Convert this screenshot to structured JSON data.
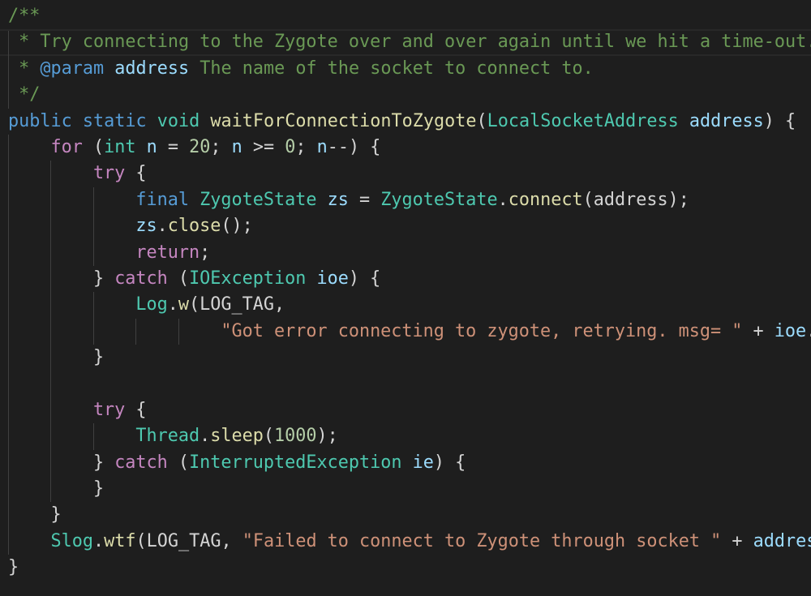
{
  "editor": {
    "theme_colors": {
      "background": "#1e1e1e",
      "comment": "#6a9955",
      "keyword": "#569cd6",
      "type": "#4ec9b0",
      "function": "#dcdcaa",
      "variable": "#9cdcfe",
      "string": "#ce9178",
      "number": "#b5cea8",
      "control": "#c586c0",
      "plain": "#d4d4d4"
    },
    "current_line": 1,
    "lines": [
      {
        "guides": [],
        "tokens": [
          [
            "cm",
            "/**"
          ]
        ]
      },
      {
        "guides": [
          1
        ],
        "tokens": [
          [
            "cm",
            " * Try connecting to the Zygote over and over again until we hit a time-out."
          ]
        ]
      },
      {
        "guides": [
          1
        ],
        "tokens": [
          [
            "cm",
            " * "
          ],
          [
            "kw",
            "@param"
          ],
          [
            "pl",
            " "
          ],
          [
            "va",
            "address"
          ],
          [
            "cm",
            " The name of the socket to connect to."
          ]
        ]
      },
      {
        "guides": [
          1
        ],
        "tokens": [
          [
            "cm",
            " */"
          ]
        ]
      },
      {
        "guides": [],
        "tokens": [
          [
            "kw",
            "public"
          ],
          [
            "pl",
            " "
          ],
          [
            "kw",
            "static"
          ],
          [
            "pl",
            " "
          ],
          [
            "ty",
            "void"
          ],
          [
            "pl",
            " "
          ],
          [
            "fn",
            "waitForConnectionToZygote"
          ],
          [
            "pl",
            "("
          ],
          [
            "ty",
            "LocalSocketAddress"
          ],
          [
            "pl",
            " "
          ],
          [
            "va",
            "address"
          ],
          [
            "pl",
            ") {"
          ]
        ]
      },
      {
        "guides": [
          4
        ],
        "tokens": [
          [
            "ct",
            "for"
          ],
          [
            "pl",
            " ("
          ],
          [
            "ty",
            "int"
          ],
          [
            "pl",
            " "
          ],
          [
            "va",
            "n"
          ],
          [
            "pl",
            " = "
          ],
          [
            "nu",
            "20"
          ],
          [
            "pl",
            "; "
          ],
          [
            "va",
            "n"
          ],
          [
            "pl",
            " >= "
          ],
          [
            "nu",
            "0"
          ],
          [
            "pl",
            "; "
          ],
          [
            "va",
            "n"
          ],
          [
            "pl",
            "--) {"
          ]
        ]
      },
      {
        "guides": [
          4,
          4
        ],
        "tokens": [
          [
            "ct",
            "try"
          ],
          [
            "pl",
            " {"
          ]
        ]
      },
      {
        "guides": [
          4,
          4,
          4
        ],
        "tokens": [
          [
            "kw",
            "final"
          ],
          [
            "pl",
            " "
          ],
          [
            "ty",
            "ZygoteState"
          ],
          [
            "pl",
            " "
          ],
          [
            "va",
            "zs"
          ],
          [
            "pl",
            " = "
          ],
          [
            "ty",
            "ZygoteState"
          ],
          [
            "pl",
            "."
          ],
          [
            "fn",
            "connect"
          ],
          [
            "pl",
            "(address);"
          ]
        ]
      },
      {
        "guides": [
          4,
          4,
          4
        ],
        "tokens": [
          [
            "va",
            "zs"
          ],
          [
            "pl",
            "."
          ],
          [
            "fn",
            "close"
          ],
          [
            "pl",
            "();"
          ]
        ]
      },
      {
        "guides": [
          4,
          4,
          4
        ],
        "tokens": [
          [
            "ct",
            "return"
          ],
          [
            "pl",
            ";"
          ]
        ]
      },
      {
        "guides": [
          4,
          4
        ],
        "tokens": [
          [
            "pl",
            "} "
          ],
          [
            "ct",
            "catch"
          ],
          [
            "pl",
            " ("
          ],
          [
            "ty",
            "IOException"
          ],
          [
            "pl",
            " "
          ],
          [
            "va",
            "ioe"
          ],
          [
            "pl",
            ") {"
          ]
        ]
      },
      {
        "guides": [
          4,
          4,
          4
        ],
        "tokens": [
          [
            "ty",
            "Log"
          ],
          [
            "pl",
            "."
          ],
          [
            "fn",
            "w"
          ],
          [
            "pl",
            "(LOG_TAG,"
          ]
        ]
      },
      {
        "guides": [
          4,
          4,
          4,
          4,
          4
        ],
        "tokens": [
          [
            "st",
            "\"Got error connecting to zygote, retrying. msg= \""
          ],
          [
            "pl",
            " + "
          ],
          [
            "va",
            "ioe"
          ],
          [
            "pl",
            "."
          ],
          [
            "fn",
            "g"
          ]
        ]
      },
      {
        "guides": [
          4,
          4
        ],
        "tokens": [
          [
            "pl",
            "}"
          ]
        ]
      },
      {
        "guides": [
          4,
          4
        ],
        "tokens": []
      },
      {
        "guides": [
          4,
          4
        ],
        "tokens": [
          [
            "ct",
            "try"
          ],
          [
            "pl",
            " {"
          ]
        ]
      },
      {
        "guides": [
          4,
          4,
          4
        ],
        "tokens": [
          [
            "ty",
            "Thread"
          ],
          [
            "pl",
            "."
          ],
          [
            "fn",
            "sleep"
          ],
          [
            "pl",
            "("
          ],
          [
            "nu",
            "1000"
          ],
          [
            "pl",
            ");"
          ]
        ]
      },
      {
        "guides": [
          4,
          4
        ],
        "tokens": [
          [
            "pl",
            "} "
          ],
          [
            "ct",
            "catch"
          ],
          [
            "pl",
            " ("
          ],
          [
            "ty",
            "InterruptedException"
          ],
          [
            "pl",
            " "
          ],
          [
            "va",
            "ie"
          ],
          [
            "pl",
            ") {"
          ]
        ]
      },
      {
        "guides": [
          4,
          4
        ],
        "tokens": [
          [
            "pl",
            "}"
          ]
        ]
      },
      {
        "guides": [
          4
        ],
        "tokens": [
          [
            "pl",
            "}"
          ]
        ]
      },
      {
        "guides": [
          4
        ],
        "tokens": [
          [
            "ty",
            "Slog"
          ],
          [
            "pl",
            "."
          ],
          [
            "fn",
            "wtf"
          ],
          [
            "pl",
            "(LOG_TAG, "
          ],
          [
            "st",
            "\"Failed to connect to Zygote through socket \""
          ],
          [
            "pl",
            " + "
          ],
          [
            "va",
            "address"
          ]
        ]
      },
      {
        "guides": [],
        "tokens": [
          [
            "pl",
            "}"
          ]
        ]
      }
    ]
  }
}
